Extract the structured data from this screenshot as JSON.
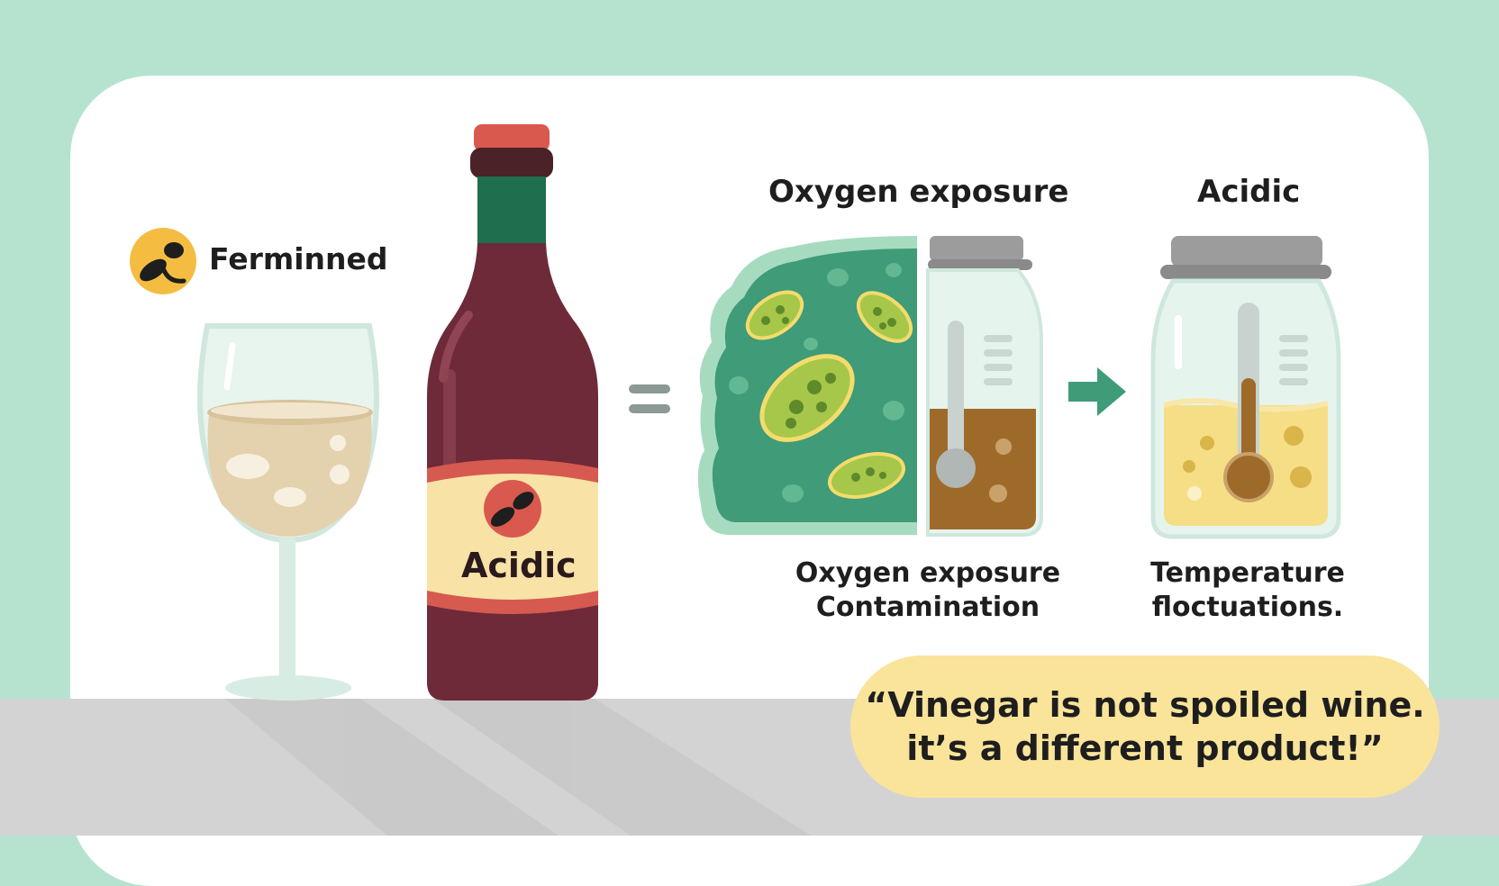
{
  "fermented_label": "Ferminned",
  "bottle": {
    "label_text": "Acidic"
  },
  "oxygen_section": {
    "title": "Oxygen exposure",
    "caption_lines": [
      "Oxygen exposure",
      "Contamination"
    ]
  },
  "acidic_section": {
    "title": "Acidic",
    "caption_lines": [
      "Temperature",
      "floctuations."
    ]
  },
  "quote_lines": [
    "“Vinegar is not spoiled wine.",
    "it’s a different product!”"
  ],
  "icons": [
    "fermentation-icon",
    "wine-glass-icon",
    "wine-bottle-icon",
    "equals-icon",
    "bacteria-culture-icon",
    "vinegar-jar-icon",
    "arrow-right-icon",
    "jar-thermometer-icon"
  ],
  "colors": {
    "background": "#b6e3cf",
    "panel": "#ffffff",
    "table": "#d3d3d3",
    "bottle": "#6e2a39",
    "bottle_neck": "#1f6e4e",
    "bottle_cap": "#d9594f",
    "bottle_label": "#f8e2a6",
    "accent_green": "#3f9b78",
    "quote_bubble": "#fae49a",
    "icon_yellow": "#f4bd42"
  }
}
